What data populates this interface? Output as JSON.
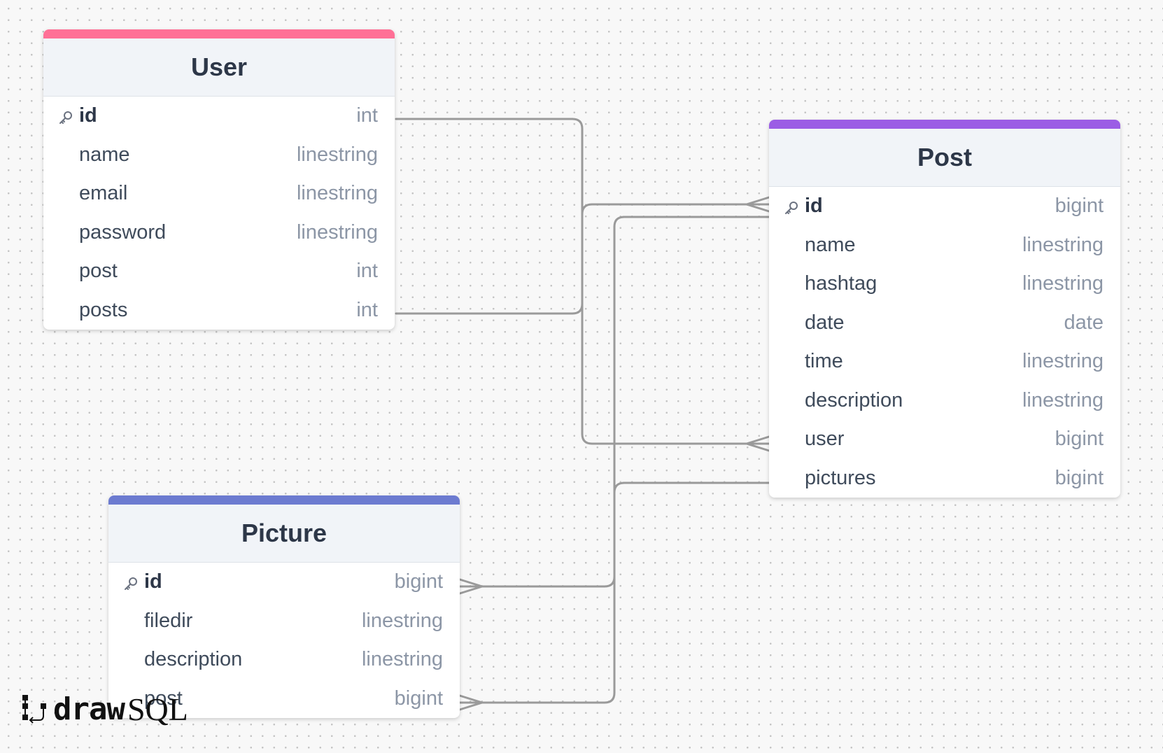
{
  "app": {
    "logo_draw": "draw",
    "logo_sql": "SQL"
  },
  "colors": {
    "user": "#ff7096",
    "post": "#9b5de5",
    "picture": "#6c7bd0",
    "link": "#9a9a9a"
  },
  "tables": {
    "user": {
      "name": "User",
      "columns": [
        {
          "name": "id",
          "type": "int",
          "primary_key": true
        },
        {
          "name": "name",
          "type": "linestring"
        },
        {
          "name": "email",
          "type": "linestring"
        },
        {
          "name": "password",
          "type": "linestring"
        },
        {
          "name": "post",
          "type": "int"
        },
        {
          "name": "posts",
          "type": "int"
        }
      ]
    },
    "post": {
      "name": "Post",
      "columns": [
        {
          "name": "id",
          "type": "bigint",
          "primary_key": true
        },
        {
          "name": "name",
          "type": "linestring"
        },
        {
          "name": "hashtag",
          "type": "linestring"
        },
        {
          "name": "date",
          "type": "date"
        },
        {
          "name": "time",
          "type": "linestring"
        },
        {
          "name": "description",
          "type": "linestring"
        },
        {
          "name": "user",
          "type": "bigint"
        },
        {
          "name": "pictures",
          "type": "bigint"
        }
      ]
    },
    "picture": {
      "name": "Picture",
      "columns": [
        {
          "name": "id",
          "type": "bigint",
          "primary_key": true
        },
        {
          "name": "filedir",
          "type": "linestring"
        },
        {
          "name": "description",
          "type": "linestring"
        },
        {
          "name": "post",
          "type": "bigint"
        }
      ]
    }
  },
  "relationships": [
    {
      "from": "User.id",
      "to": "Post.user",
      "cardinality": "one-to-many"
    },
    {
      "from": "User.posts",
      "to": "Post.id",
      "cardinality": "one-to-many"
    },
    {
      "from": "Post.id",
      "to": "Picture.post",
      "cardinality": "one-to-many"
    },
    {
      "from": "Post.pictures",
      "to": "Picture.id",
      "cardinality": "one-to-many"
    }
  ]
}
